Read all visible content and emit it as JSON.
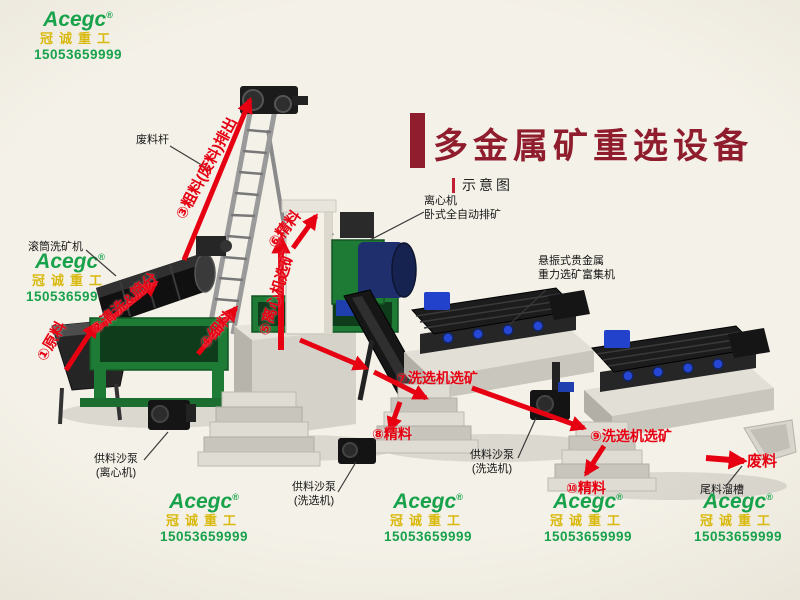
{
  "title": "多金属矿重选设备",
  "subtitle": "示意图",
  "brand": {
    "name": "Acegc",
    "reg": "®",
    "company": "冠诚重工",
    "phone": "15053659999"
  },
  "flow": {
    "step1": "①原料",
    "step2": "②清洗&筛分",
    "step3": "③粗料(废料)排出",
    "step4": "④细料",
    "step5": "⑤离心机选矿",
    "step6": "⑥精料",
    "step7": "⑦洗选机选矿",
    "step8": "⑧精料",
    "step9": "⑨洗选机选矿",
    "step10": "⑩精料",
    "waste_out": "废料"
  },
  "labels": {
    "waste_rod": "废料杆",
    "drum_washer": "滚筒洗矿机",
    "centrifuge_line1": "离心机",
    "centrifuge_line2": "卧式全自动排矿",
    "shaker_line1": "悬振式贵金属",
    "shaker_line2": "重力选矿富集机",
    "pump_centrifuge_line1": "供料沙泵",
    "pump_centrifuge_line2": "(离心机)",
    "pump_washer1_line1": "供料沙泵",
    "pump_washer1_line2": "(洗选机)",
    "pump_washer2_line1": "供料沙泵",
    "pump_washer2_line2": "(洗选机)",
    "tailings_chute": "尾料溜槽"
  },
  "colors": {
    "accent_red": "#e60012",
    "title_red": "#8f1d2d",
    "brand_green": "#18a24b",
    "brand_yellow": "#d9b90e",
    "machine_green": "#1e7b35",
    "concrete": "#d8d5cc"
  }
}
